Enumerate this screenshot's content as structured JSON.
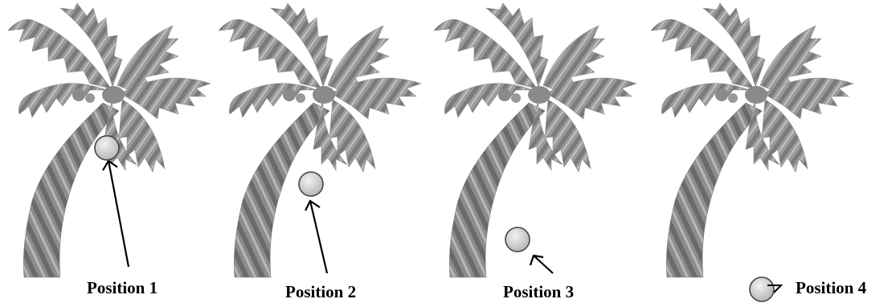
{
  "panels": [
    {
      "label": "Position 1"
    },
    {
      "label": "Position 2"
    },
    {
      "label": "Position 3"
    },
    {
      "label": "Position 4"
    }
  ],
  "icons": {
    "tree": "palm-tree-icon",
    "ball": "ball-icon",
    "arrow": "arrow-icon"
  },
  "colors": {
    "tree_dark": "#6e6e6e",
    "tree_mid": "#9a9a9a",
    "tree_light": "#c4c4c4",
    "ball_fill": "#cfcfcf",
    "ball_stroke": "#444444",
    "arrow": "#000000"
  }
}
